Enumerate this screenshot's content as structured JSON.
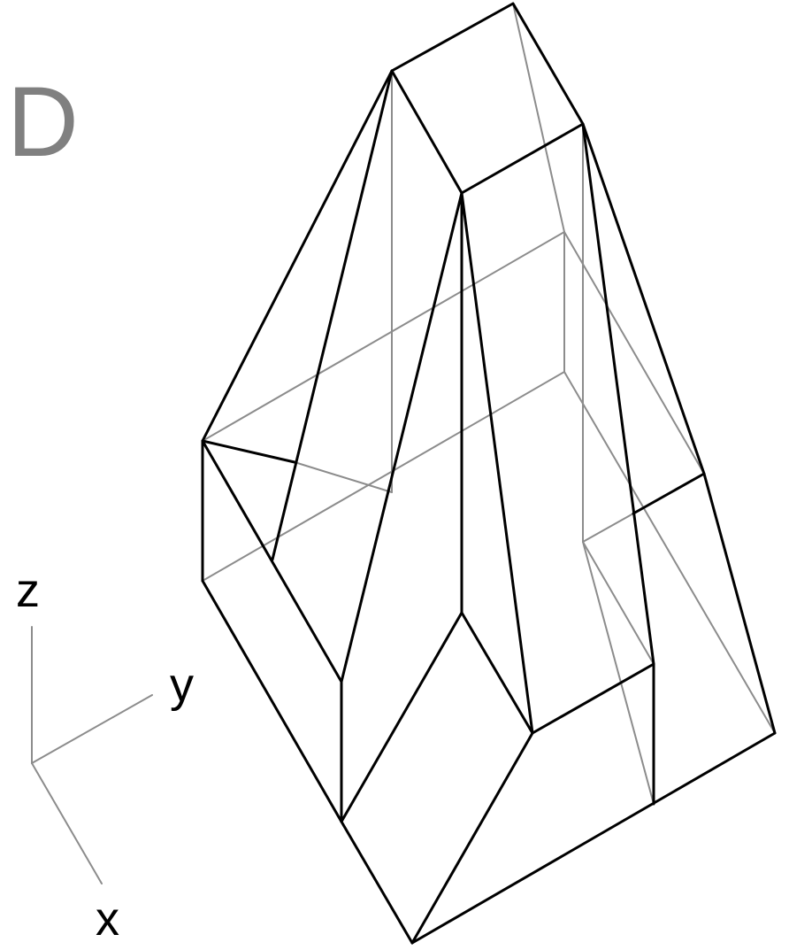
{
  "panel_label": "D",
  "axes": {
    "z_label": "z",
    "y_label": "y",
    "x_label": "x"
  },
  "colors": {
    "visible_edges": "#000000",
    "hidden_edges": "#8c8c8c",
    "panel_label": "#808080",
    "background": "#ffffff"
  }
}
